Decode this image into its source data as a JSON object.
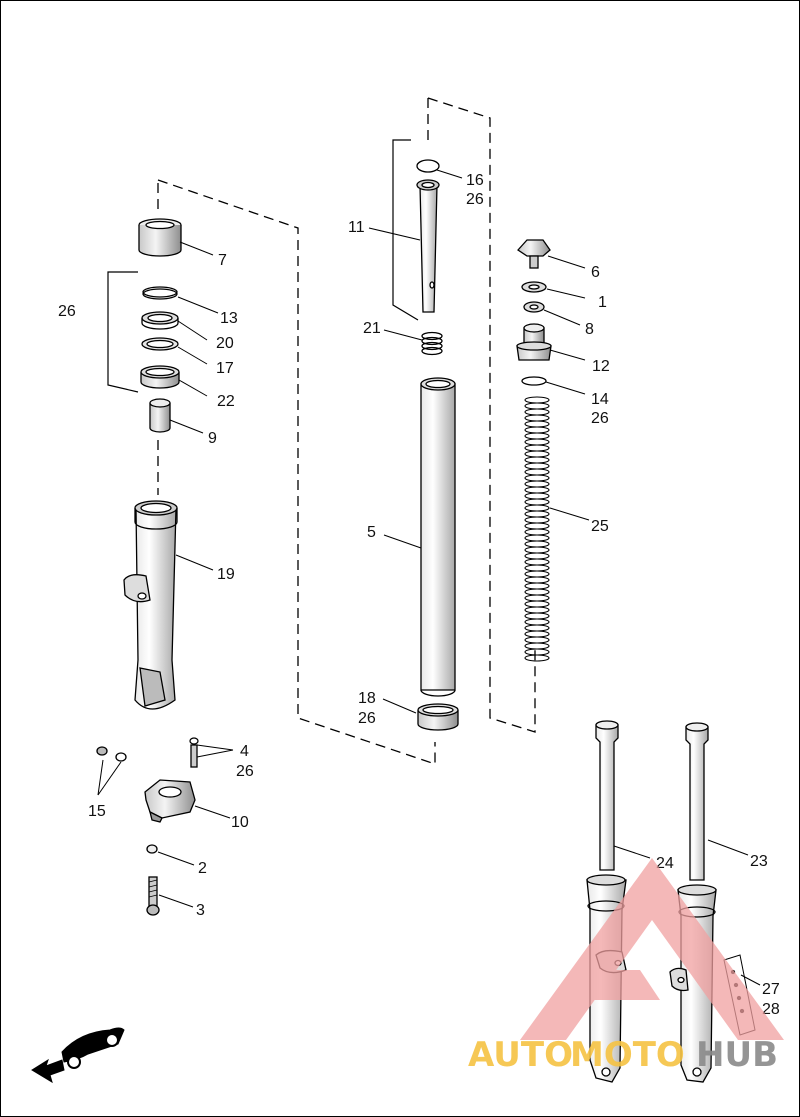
{
  "callouts": {
    "c1": "1",
    "c2": "2",
    "c3": "3",
    "c4": "4",
    "c5": "5",
    "c6": "6",
    "c7": "7",
    "c8": "8",
    "c9": "9",
    "c10": "10",
    "c11": "11",
    "c12": "12",
    "c13": "13",
    "c14": "14",
    "c15": "15",
    "c16": "16",
    "c17": "17",
    "c18": "18",
    "c19": "19",
    "c20": "20",
    "c21": "21",
    "c22": "22",
    "c23": "23",
    "c24": "24",
    "c25": "25",
    "c26": "26",
    "c27": "27",
    "c28": "28"
  },
  "watermark": {
    "brand_auto": "AUTO",
    "brand_moto": "MOTO",
    "brand_hub": "HUB",
    "accent_color": "#f0a0a0",
    "text_color": "#f5c242",
    "hub_color": "#8a8a8a"
  },
  "icons": {
    "orientation": "motorcycle-arrow-icon"
  }
}
